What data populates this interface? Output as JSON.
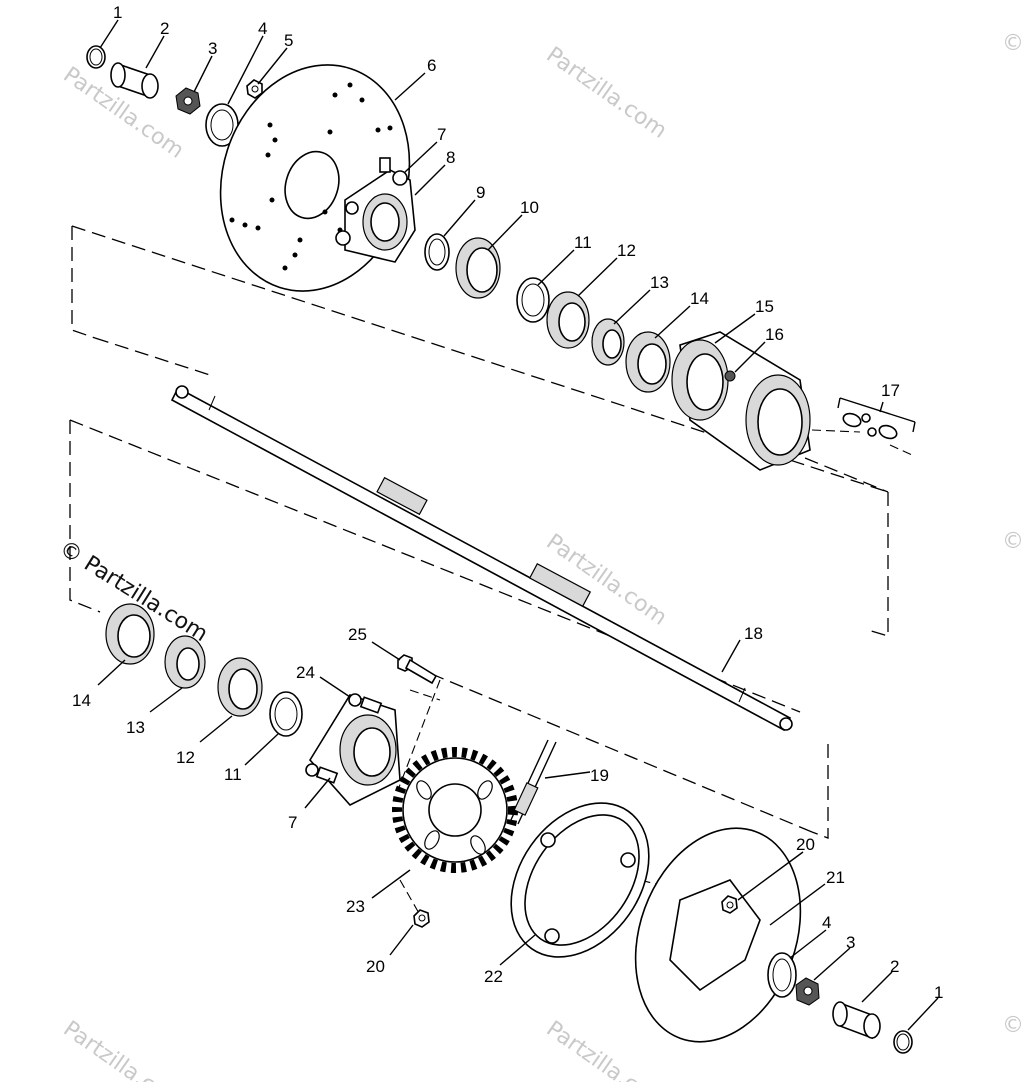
{
  "watermark": {
    "text": "Partzilla.com",
    "prominent_text": "© Partzilla.com"
  },
  "callouts": [
    "1",
    "2",
    "3",
    "4",
    "5",
    "6",
    "7",
    "8",
    "9",
    "10",
    "11",
    "12",
    "13",
    "14",
    "15",
    "16",
    "17",
    "14",
    "13",
    "12",
    "11",
    "7",
    "24",
    "25",
    "18",
    "19",
    "20",
    "21",
    "23",
    "20",
    "22",
    "4",
    "3",
    "2",
    "1"
  ],
  "colors": {
    "line": "#000000",
    "watermark": "#c9c9c9",
    "background": "#ffffff"
  }
}
